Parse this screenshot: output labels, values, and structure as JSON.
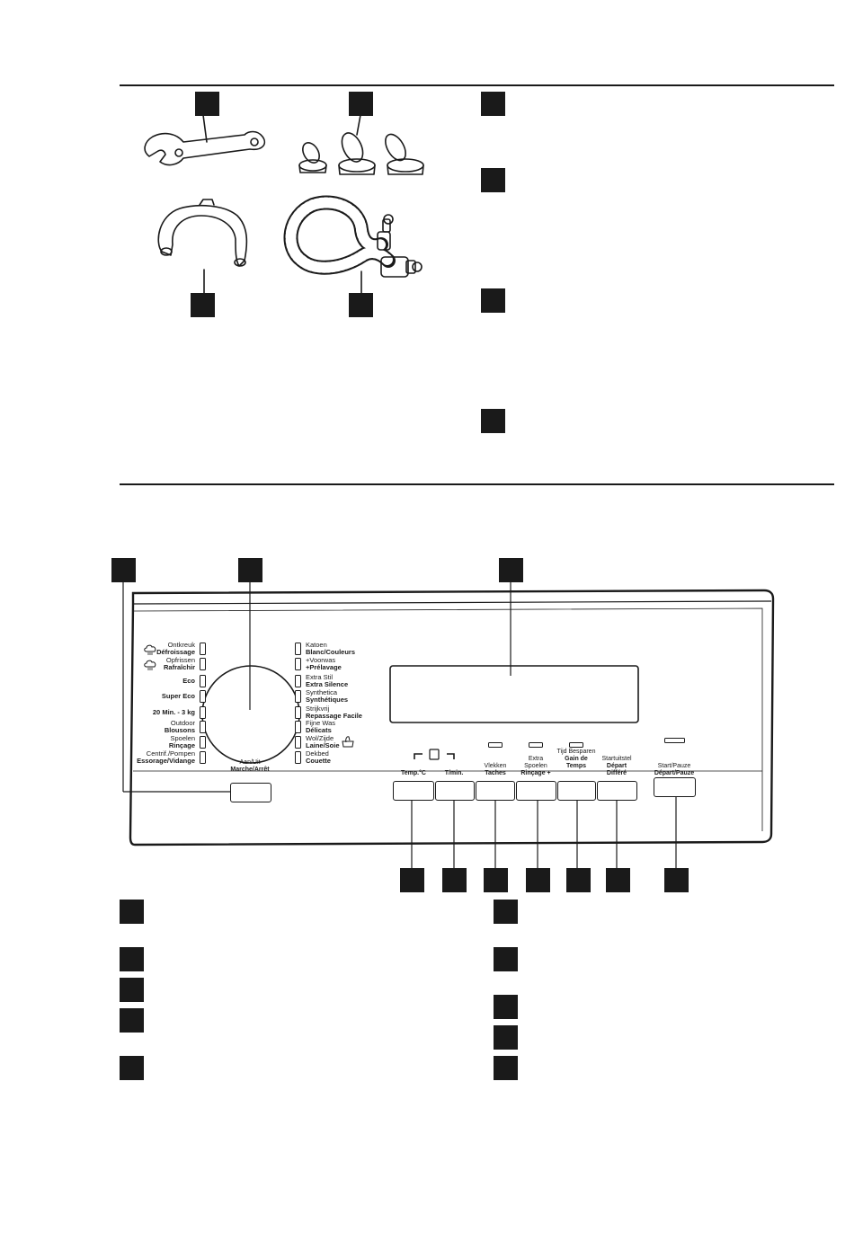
{
  "programs_left": [
    {
      "nl": "Ontkreuk",
      "fr": "Défroissage",
      "icon": "steam-cloud-icon"
    },
    {
      "nl": "Opfrissen",
      "fr": "Rafraîchir",
      "icon": "steam-cloud-icon"
    },
    {
      "nl": "",
      "fr": "Eco",
      "icon": ""
    },
    {
      "nl": "",
      "fr": "Super Eco",
      "icon": ""
    },
    {
      "nl": "",
      "fr": "20 Min. - 3 kg",
      "icon": ""
    },
    {
      "nl": "Outdoor",
      "fr": "Blousons",
      "icon": ""
    },
    {
      "nl": "Spoelen",
      "fr": "Rinçage",
      "icon": ""
    },
    {
      "nl": "Centrif./Pompen",
      "fr": "Essorage/Vidange",
      "icon": ""
    }
  ],
  "programs_right": [
    {
      "nl": "Katoen",
      "fr": "Blanc/Couleurs",
      "icon": ""
    },
    {
      "nl": "+Voorwas",
      "fr": "+Prélavage",
      "icon": ""
    },
    {
      "nl": "Extra Stil",
      "fr": "Extra Silence",
      "icon": ""
    },
    {
      "nl": "Synthetica",
      "fr": "Synthétiques",
      "icon": ""
    },
    {
      "nl": "Strijkvrij",
      "fr": "Repassage Facile",
      "icon": ""
    },
    {
      "nl": "Fijne Was",
      "fr": "Délicats",
      "icon": ""
    },
    {
      "nl": "Wol/Zijde",
      "fr": "Laine/Soie",
      "icon": "hand-wash-icon"
    },
    {
      "nl": "Dekbed",
      "fr": "Couette",
      "icon": ""
    }
  ],
  "power": {
    "nl": "Aan/Uit",
    "fr": "Marche/Arrêt"
  },
  "buttons": [
    {
      "nl": "",
      "fr": "Temp.°C",
      "led": false
    },
    {
      "nl": "",
      "fr": "T/min.",
      "led": false
    },
    {
      "nl": "Vlekken",
      "fr": "Taches",
      "led": true
    },
    {
      "nl": "Extra Spoelen",
      "fr": "Rinçage +",
      "led": true
    },
    {
      "nl": "Tijd Besparen",
      "fr": "Gain de Temps",
      "led": true
    },
    {
      "nl": "Startuitstel",
      "fr": "Départ Différé",
      "led": false
    },
    {
      "nl": "Start/Pauze",
      "fr": "Départ/Pauze",
      "led": true
    }
  ],
  "colors": {
    "ink": "#1a1a1a",
    "paper": "#ffffff"
  }
}
